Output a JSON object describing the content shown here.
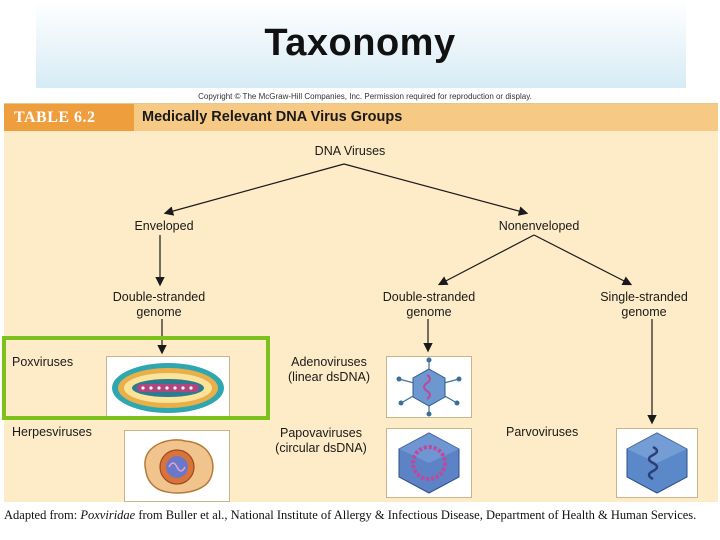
{
  "slide": {
    "title": "Taxonomy",
    "copyright": "Copyright © The McGraw-Hill Companies, Inc. Permission required for reproduction or display."
  },
  "table": {
    "label": "TABLE 6.2",
    "title": "Medically Relevant DNA Virus Groups"
  },
  "tree": {
    "root": "DNA Viruses",
    "enveloped": "Enveloped",
    "nonenveloped": "Nonenveloped",
    "ds_genome_left_1": "Double-stranded",
    "ds_genome_left_2": "genome",
    "ds_genome_mid_1": "Double-stranded",
    "ds_genome_mid_2": "genome",
    "ss_genome_1": "Single-stranded",
    "ss_genome_2": "genome"
  },
  "viruses": {
    "poxviruses": "Poxviruses",
    "herpesviruses": "Herpesviruses",
    "adenoviruses_1": "Adenoviruses",
    "adenoviruses_2": "(linear dsDNA)",
    "papovaviruses_1": "Papovaviruses",
    "papovaviruses_2": "(circular dsDNA)",
    "parvoviruses": "Parvoviruses"
  },
  "footer": {
    "prefix": "Adapted from: ",
    "italic": "Poxviridae",
    "rest": " from Buller et al., National Institute of Allergy & Infectious Disease, Department of Health & Human Services."
  },
  "colors": {
    "highlight": "#7dc11d",
    "panel": "#fdecc7",
    "header": "#f6c984",
    "label_bg": "#ef9e3e"
  }
}
